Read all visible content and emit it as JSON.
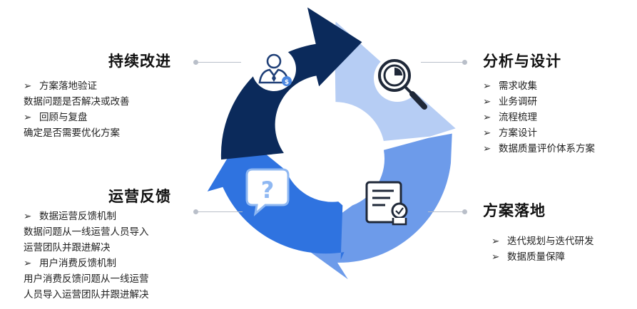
{
  "colors": {
    "dark_navy": "#0b2a5b",
    "light_blue": "#b6cdf4",
    "medium_blue": "#6d9bea",
    "bright_blue": "#2f73e0",
    "connector": "#b9bfc9"
  },
  "stages": {
    "top_left": {
      "title": "持续改进",
      "icon": "businessman-coin-icon",
      "items": [
        {
          "type": "bullet",
          "text": "方案落地验证"
        },
        {
          "type": "desc",
          "text": "数据问题是否解决或改善"
        },
        {
          "type": "bullet",
          "text": "回顾与复盘"
        },
        {
          "type": "desc",
          "text": "确定是否需要优化方案"
        }
      ]
    },
    "top_right": {
      "title": "分析与设计",
      "icon": "magnifier-pie-chart-icon",
      "items": [
        {
          "type": "bullet",
          "text": "需求收集"
        },
        {
          "type": "bullet",
          "text": "业务调研"
        },
        {
          "type": "bullet",
          "text": "流程梳理"
        },
        {
          "type": "bullet",
          "text": "方案设计"
        },
        {
          "type": "bullet",
          "text": "数据质量评价体系方案"
        }
      ]
    },
    "bottom_right": {
      "title": "方案落地",
      "icon": "certificate-document-icon",
      "items": [
        {
          "type": "bullet",
          "text": "迭代规划与迭代研发"
        },
        {
          "type": "bullet",
          "text": "数据质量保障"
        }
      ]
    },
    "bottom_left": {
      "title": "运营反馈",
      "icon": "question-bubble-icon",
      "items": [
        {
          "type": "bullet",
          "text": "数据运营反馈机制"
        },
        {
          "type": "desc",
          "text": "数据问题从一线运营人员导入"
        },
        {
          "type": "desc",
          "text": "运营团队并跟进解决"
        },
        {
          "type": "bullet",
          "text": "用户消费反馈机制"
        },
        {
          "type": "desc",
          "text": "用户消费反馈问题从一线运营"
        },
        {
          "type": "desc",
          "text": "人员导入运营团队并跟进解决"
        }
      ]
    }
  }
}
